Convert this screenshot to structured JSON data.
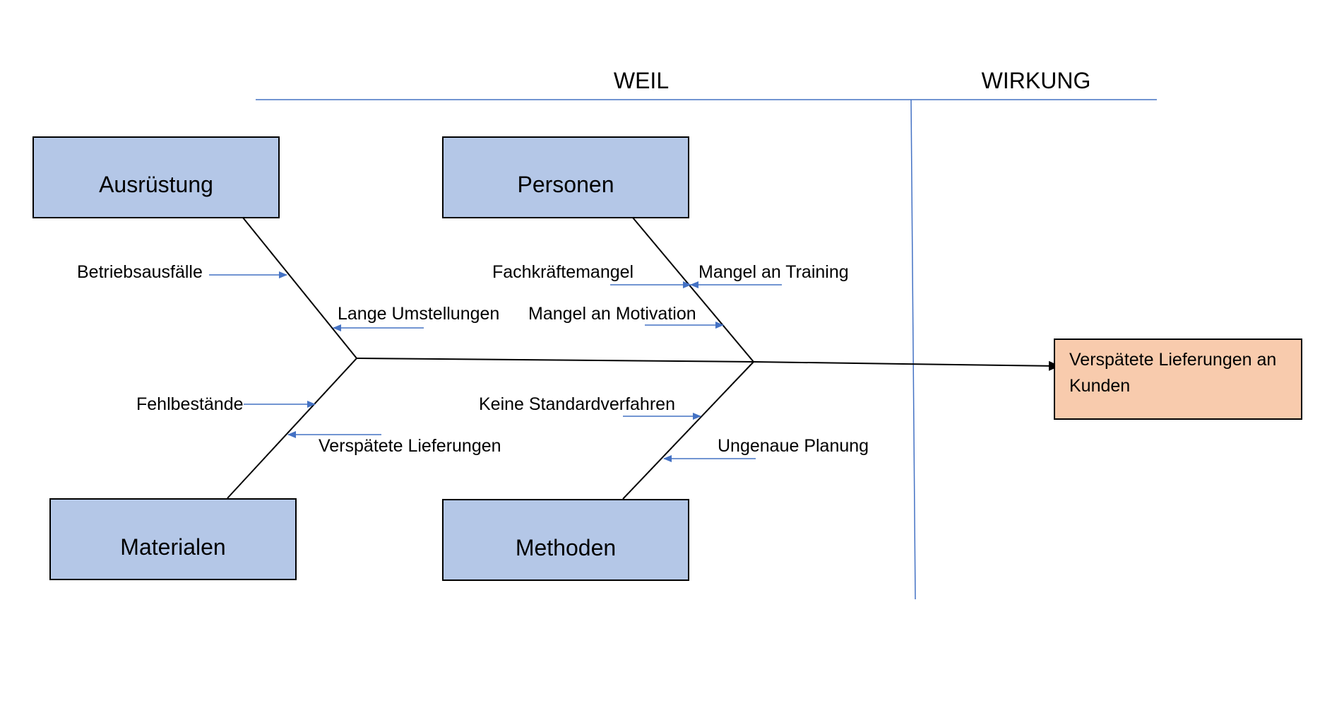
{
  "headers": {
    "cause": "WEIL",
    "effect": "WIRKUNG"
  },
  "categories": {
    "equipment": "Ausrüstung",
    "people": "Personen",
    "materials": "Materialen",
    "methods": "Methoden"
  },
  "causes": {
    "equipment": [
      "Betriebsausfälle",
      "Lange Umstellungen"
    ],
    "people": [
      "Fachkräftemangel",
      "Mangel an Training",
      "Mangel an Motivation"
    ],
    "materials": [
      "Fehlbestände",
      "Verspätete Lieferungen"
    ],
    "methods": [
      "Keine Standardverfahren",
      "Ungenaue Planung"
    ]
  },
  "effect": {
    "label": "Verspätete Lieferungen an Kunden"
  },
  "colors": {
    "category_fill": "#b4c7e7",
    "effect_fill": "#f8cbad",
    "divider": "#4472c4",
    "arrow": "#4472c4",
    "line": "#000000"
  }
}
